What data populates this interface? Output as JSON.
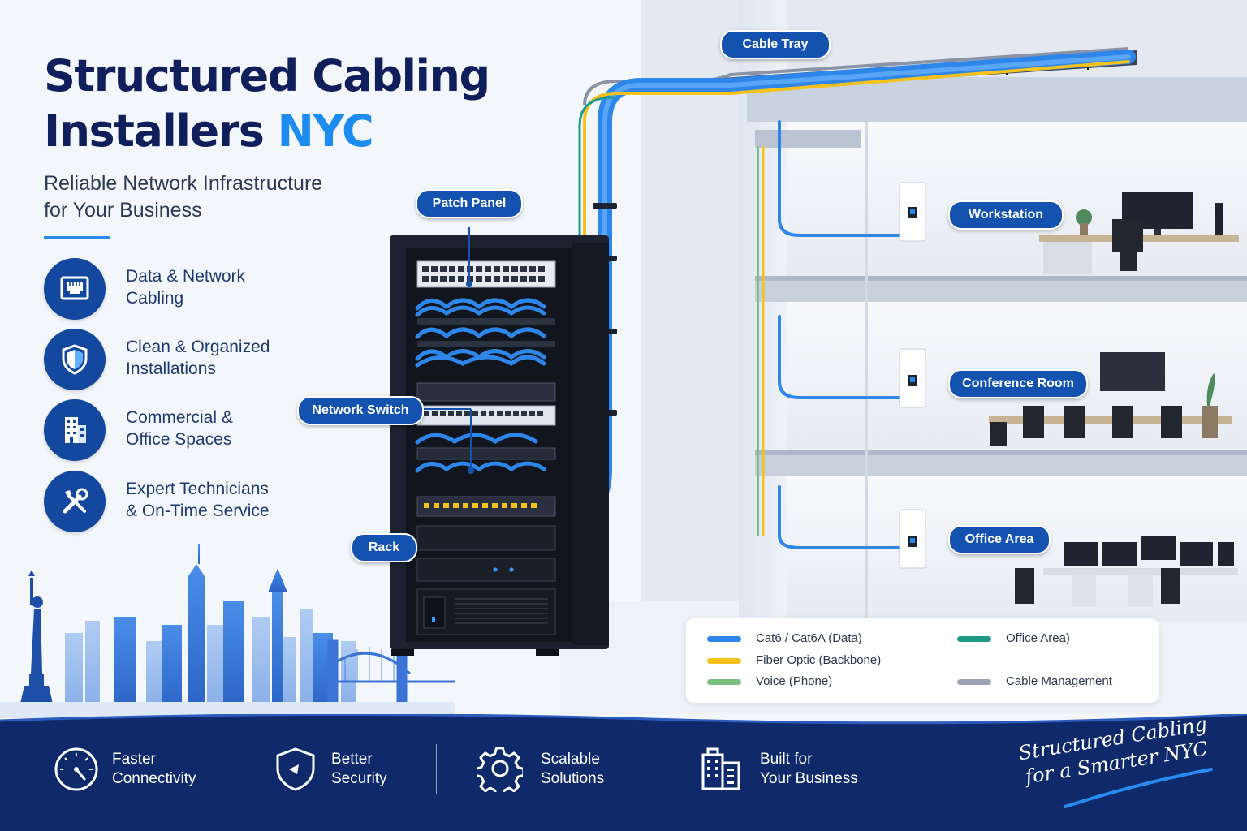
{
  "header": {
    "title_line1": "Structured Cabling",
    "title_line2_main": "Installers",
    "title_line2_accent": "NYC",
    "subtitle_line1": "Reliable Network Infrastructure",
    "subtitle_line2": "for Your Business"
  },
  "features": [
    {
      "icon": "ethernet-port-icon",
      "line1": "Data & Network",
      "line2": "Cabling"
    },
    {
      "icon": "shield-icon",
      "line1": "Clean & Organized",
      "line2": "Installations"
    },
    {
      "icon": "buildings-icon",
      "line1": "Commercial &",
      "line2": "Office Spaces"
    },
    {
      "icon": "tools-icon",
      "line1": "Expert Technicians",
      "line2": "& On-Time Service"
    }
  ],
  "callouts": {
    "cable_tray": "Cable Tray",
    "patch_panel": "Patch Panel",
    "network_switch": "Network Switch",
    "rack": "Rack",
    "workstation": "Workstation",
    "conference_room": "Conference Room",
    "office_area": "Office Area"
  },
  "legend": [
    {
      "label": "Cat6 / Cat6A (Data)",
      "color": "#2f86ea"
    },
    {
      "label": "Fiber Optic (Backbone)",
      "color": "#f5c21b"
    },
    {
      "label": "Voice (Phone)",
      "color": "#7cc080"
    },
    {
      "label": "Office Area)",
      "color": "#1e9a88"
    },
    {
      "label": "Cable Management",
      "color": "#9aa3b5"
    }
  ],
  "benefits": [
    {
      "icon": "speedometer-icon",
      "line1": "Faster",
      "line2": "Connectivity"
    },
    {
      "icon": "security-shield-icon",
      "line1": "Better",
      "line2": "Security"
    },
    {
      "icon": "gear-icon",
      "line1": "Scalable",
      "line2": "Solutions"
    },
    {
      "icon": "building-icon",
      "line1": "Built for",
      "line2": "Your Business"
    }
  ],
  "tagline": {
    "line1": "Structured Cabling",
    "line2": "for a Smarter NYC"
  },
  "colors": {
    "navy": "#0f1f5c",
    "accent_blue": "#1d8cf0",
    "callout_blue": "#1452b0",
    "bottom_bar": "#0f2a6b"
  }
}
